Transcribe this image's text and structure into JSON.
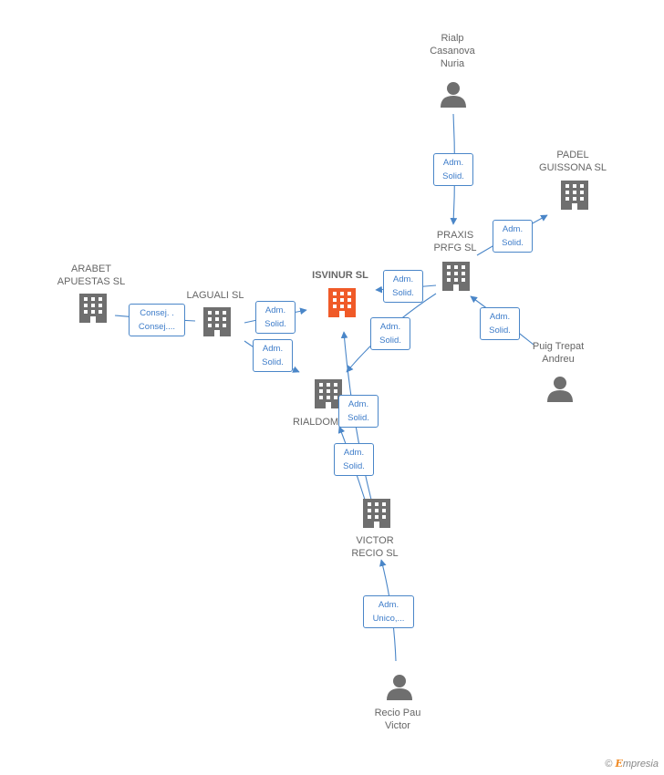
{
  "nodes": {
    "rialp": {
      "label": "Rialp\nCasanova\nNuria",
      "kind": "person"
    },
    "padel": {
      "label": "PADEL\nGUISSONA SL",
      "kind": "company"
    },
    "praxis": {
      "label": "PRAXIS\nPRFG SL",
      "kind": "company"
    },
    "arabet": {
      "label": "ARABET\nAPUESTAS SL",
      "kind": "company"
    },
    "laguali": {
      "label": "LAGUALI SL",
      "kind": "company"
    },
    "isvinur": {
      "label": "ISVINUR SL",
      "kind": "company-focus"
    },
    "puig": {
      "label": "Puig Trepat\nAndreu",
      "kind": "person"
    },
    "rialdom": {
      "label": "RIALDOM",
      "kind": "company"
    },
    "victor": {
      "label": "VICTOR\nRECIO SL",
      "kind": "company"
    },
    "recio": {
      "label": "Recio Pau\nVictor",
      "kind": "person"
    }
  },
  "edges": [
    {
      "label": "Adm.\nSolid."
    },
    {
      "label": "Adm.\nSolid."
    },
    {
      "label": "Adm.\nSolid."
    },
    {
      "label": "Adm.\nSolid."
    },
    {
      "label": "Adm.\nSolid."
    },
    {
      "label": "Consej. .\nConsej...."
    },
    {
      "label": "Adm.\nSolid."
    },
    {
      "label": "Adm.\nSolid."
    },
    {
      "label": "Adm.\nSolid."
    },
    {
      "label": "Adm.\nSolid."
    },
    {
      "label": "Adm.\nUnico,..."
    }
  ],
  "colors": {
    "edge": "#4a86c8",
    "company": "#6f6f6f",
    "focus": "#f05a28",
    "person": "#6f6f6f"
  },
  "brand": {
    "copyright": "©",
    "initial": "E",
    "name": "mpresia"
  }
}
